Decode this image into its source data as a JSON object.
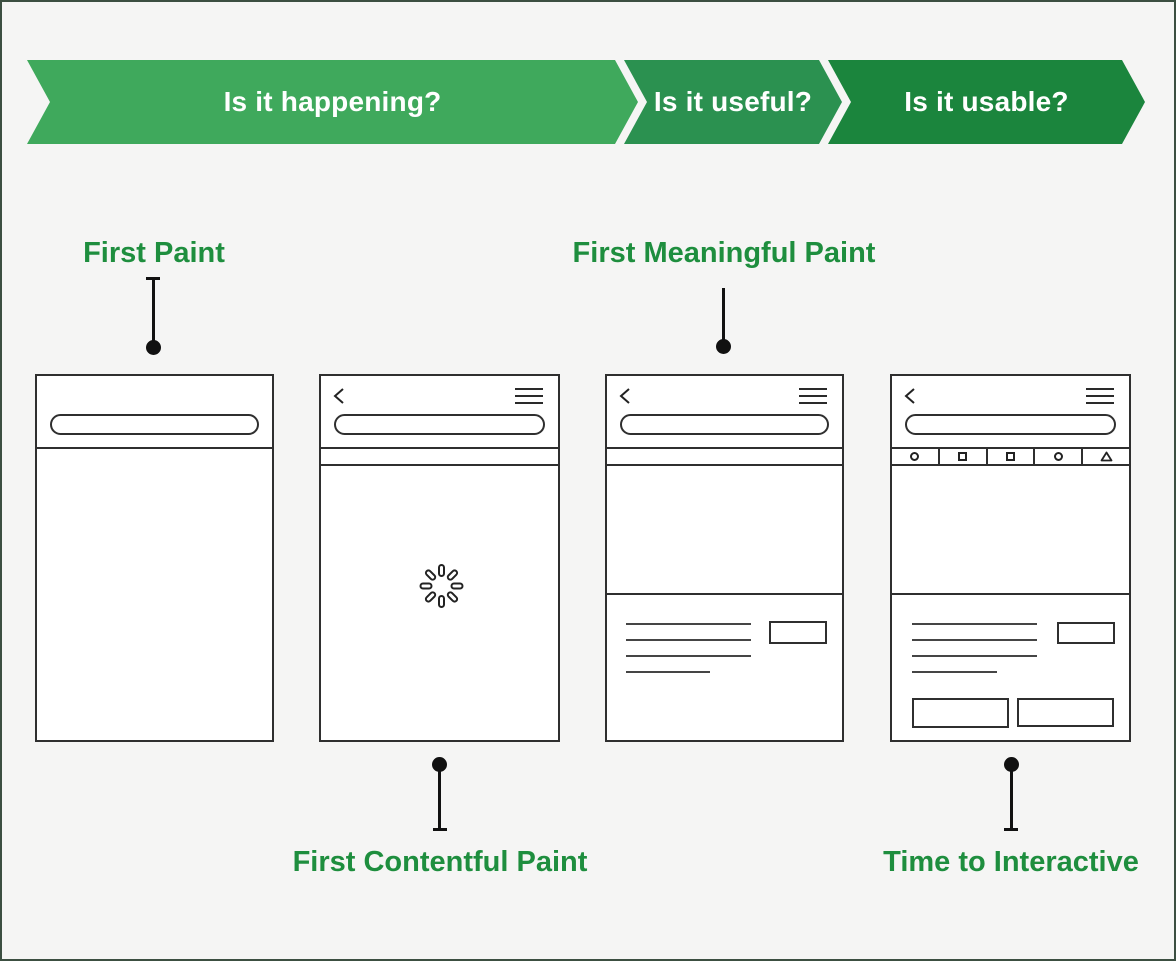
{
  "banner": {
    "steps": [
      {
        "label": "Is it happening?"
      },
      {
        "label": "Is it useful?"
      },
      {
        "label": "Is it usable?"
      }
    ]
  },
  "metrics": {
    "first_paint": "First Paint",
    "first_meaningful_paint": "First Meaningful Paint",
    "first_contentful_paint": "First Contentful Paint",
    "time_to_interactive": "Time to Interactive"
  },
  "icons": {
    "back": "‹",
    "menu": "≡",
    "spinner": "8-blade loading spinner",
    "tab_shapes": [
      "circle",
      "square",
      "square",
      "circle",
      "triangle"
    ]
  },
  "colors": {
    "step1": "#3FA95C",
    "step2": "#2B9150",
    "step3": "#1B853D",
    "label_green": "#1E8E3E",
    "background": "#F5F5F4",
    "stroke": "#2F2F2F",
    "frame": "#3C4F41"
  }
}
